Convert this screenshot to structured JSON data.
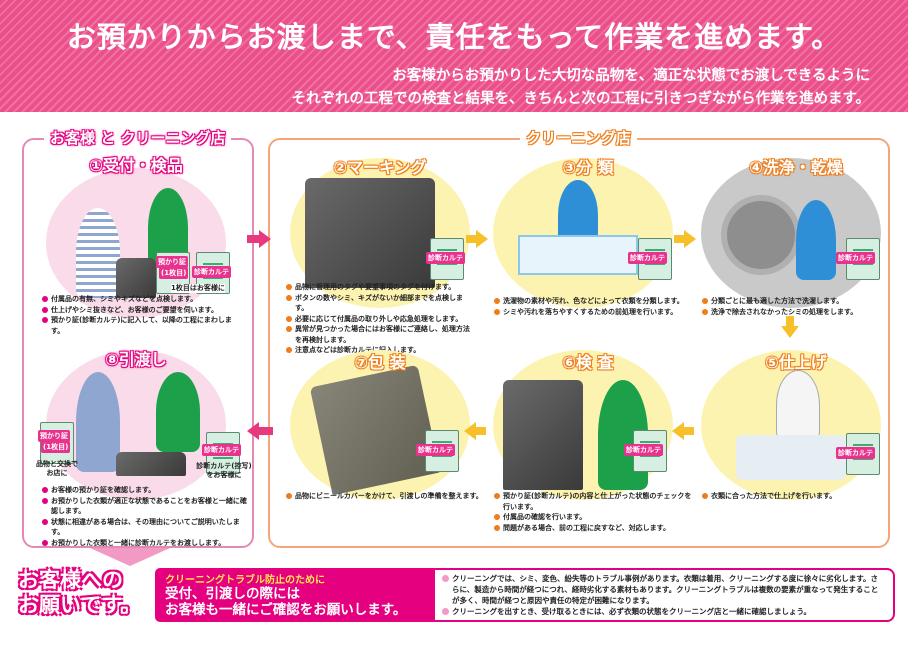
{
  "header": {
    "title": "お預かりからお渡しまで、責任をもって作業を進めます。",
    "subtitle_line1": "お客様からお預かりした大切な品物を、適正な状態でお渡しできるように",
    "subtitle_line2": "それぞれの工程での検査と結果を、きちんと次の工程に引きつぎながら作業を進めます。"
  },
  "sections": {
    "left_label": "お客様 と クリーニング店",
    "right_label": "クリーニング店"
  },
  "labels": {
    "karte": "診断カルテ",
    "receipt": "預かり証",
    "receipt_sheet": "(1枚目)",
    "first_sheet_note": "1枚目はお客様に",
    "receipt_note": "品物と交換でお店に",
    "karte_copy_note": "診断カルテ(控写)をお客様に"
  },
  "steps": [
    {
      "title": "①受付・検品",
      "bullets": [
        "付属品の有無、シミやキズなどを点検します。",
        "仕上げやシミ抜きなど、お客様のご要望を伺います。",
        "預かり証(診断カルテ)に記入して、以降の工程にまわします。"
      ]
    },
    {
      "title": "②マーキング",
      "bullets": [
        "品物に管理用のタグや要望事項のタグを付けます。",
        "ボタンの数やシミ、キズがないか細部までを点検します。",
        "必要に応じて付属品の取り外しや応急処理をします。",
        "異常が見つかった場合にはお客様にご連絡し、処理方法を再検討します。",
        "注意点などは診断カルテに記入します。"
      ]
    },
    {
      "title": "③分 類",
      "bullets": [
        "洗濯物の素材や汚れ、色などによって衣類を分類します。",
        "シミや汚れを落ちやすくするための前処理を行います。"
      ]
    },
    {
      "title": "④洗浄・乾燥",
      "bullets": [
        "分類ごとに最も適した方法で洗濯します。",
        "洗浄で除去されなかったシミの処理をします。"
      ]
    },
    {
      "title": "⑤仕上げ",
      "bullets": [
        "衣類に合った方法で仕上げを行います。"
      ]
    },
    {
      "title": "⑥検 査",
      "bullets": [
        "預かり証(診断カルテ)の内容と仕上がった状態のチェックを行います。",
        "付属品の確認を行います。",
        "問題がある場合、前の工程に戻すなど、対応します。"
      ]
    },
    {
      "title": "⑦包 装",
      "bullets": [
        "品物にビニールカバーをかけて、引渡しの準備を整えます。"
      ]
    },
    {
      "title": "⑧引渡し",
      "bullets": [
        "お客様の預かり証を確認します。",
        "お預かりした衣類が適正な状態であることをお客様と一緒に確認します。",
        "状態に相違がある場合は、その理由についてご説明いたします。",
        "お預かりした衣類と一緒に診断カルテをお渡しします。"
      ]
    }
  ],
  "footer": {
    "ask_line1": "お客様への",
    "ask_line2": "お願いです。",
    "banner_top": "クリーニングトラブル防止のために",
    "banner_line1": "受付、引渡しの際には",
    "banner_line2": "お客様も一緒にご確認をお願いします。",
    "notes": [
      "クリーニングでは、シミ、変色、紛失等のトラブル事例があります。衣類は着用、クリーニングする度に徐々に劣化します。さらに、製造から時間が経つにつれ、経時劣化する素材もあります。クリーニングトラブルは複数の要素が重なって発生することが多く、時間が経つと原因や責任の特定が困難になります。",
      "クリーニングを出すとき、受け取るときには、必ず衣類の状態をクリーニング店と一緒に確認しましょう。"
    ]
  },
  "colors": {
    "pink": "#e4007f",
    "orange": "#ef7d1a",
    "yellow_circle": "#fdf3b0",
    "pink_circle": "#f9dbe9"
  }
}
